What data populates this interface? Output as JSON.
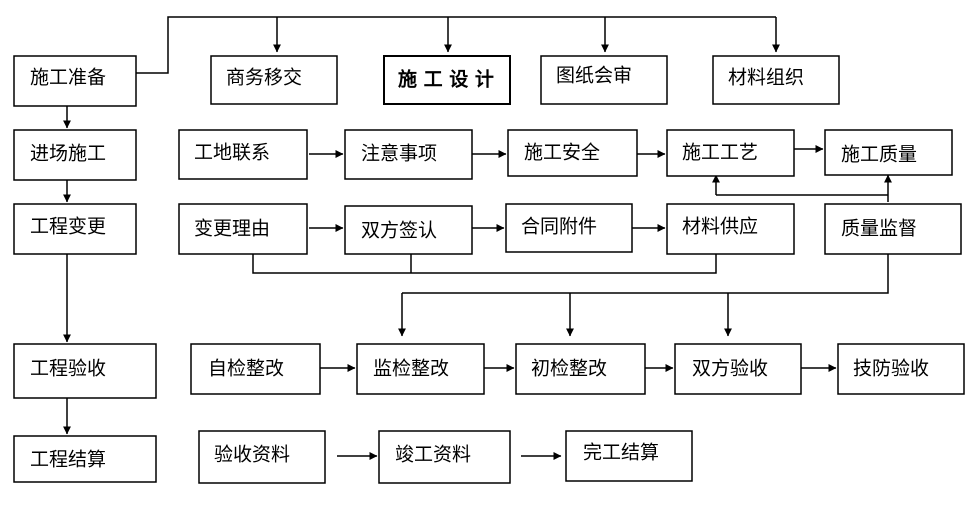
{
  "nodes": {
    "prep": "施工准备",
    "handover": "商务移交",
    "design": "施 工 设 计",
    "drawing_review": "图纸会审",
    "material_org": "材料组织",
    "enter_site": "进场施工",
    "site_contact": "工地联系",
    "notes": "注意事项",
    "safety": "施工安全",
    "process": "施工工艺",
    "quality": "施工质量",
    "change": "工程变更",
    "change_reason": "变更理由",
    "dual_sign": "双方签认",
    "contract_attach": "合同附件",
    "material_supply": "材料供应",
    "quality_supervision": "质量监督",
    "acceptance": "工程验收",
    "self_check": "自检整改",
    "supervision_check": "监检整改",
    "initial_check": "初检整改",
    "dual_acceptance": "双方验收",
    "tech_acceptance": "技防验收",
    "settlement": "工程结算",
    "acceptance_docs": "验收资料",
    "completion_docs": "竣工资料",
    "final_settlement": "完工结算"
  }
}
